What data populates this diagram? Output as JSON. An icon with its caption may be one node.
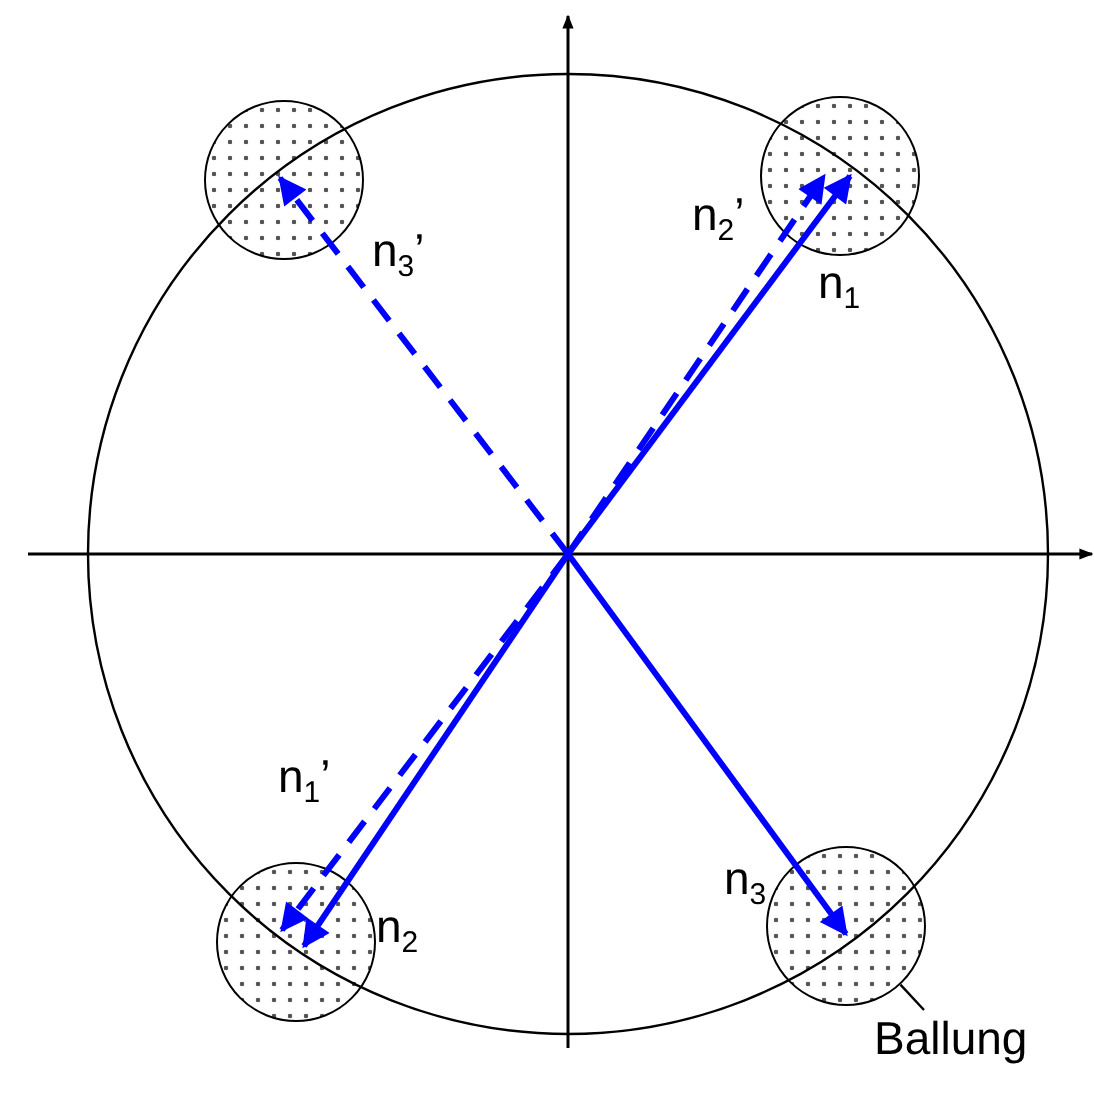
{
  "diagram": {
    "nodes": [
      {
        "text": [],
        "shape": "circle"
      },
      {
        "text": [],
        "shape": "circle"
      },
      {
        "text": [],
        "shape": "circle"
      },
      {
        "text": [],
        "shape": "circle"
      },
      {
        "text": [
          "Ballung"
        ]
      }
    ],
    "edges": [
      {
        "from": null,
        "to": 1,
        "arrow": "to",
        "label": "n$_{1}$"
      },
      {
        "from": null,
        "to": 1,
        "arrow": "to",
        "label": "n$_{2}$’",
        "style": "dashed"
      },
      {
        "from": null,
        "to": 0,
        "arrow": "to",
        "label": "n$_{3}$’",
        "style": "dashed"
      },
      {
        "from": null,
        "to": 2,
        "arrow": "to",
        "label": "n$_{1}$’",
        "style": "dashed"
      },
      {
        "from": null,
        "to": 2,
        "arrow": "to",
        "label": "n$_{2}$"
      },
      {
        "from": null,
        "to": 3,
        "arrow": "to",
        "label": "n$_{3}$"
      },
      {
        "from": 4,
        "to": 3,
        "arrow": "none",
        "color": "#000000"
      }
    ]
  }
}
